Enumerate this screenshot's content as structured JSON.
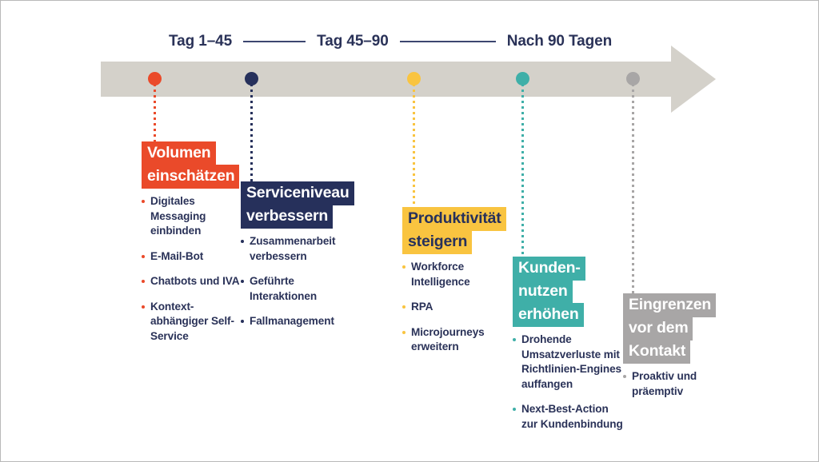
{
  "timeline": {
    "phases": [
      {
        "label": "Tag 1–45"
      },
      {
        "label": "Tag 45–90"
      },
      {
        "label": "Nach 90 Tagen"
      }
    ],
    "bar_color": "#d4d1ca",
    "rule_color": "#3c4670",
    "text_color": "#2a3258"
  },
  "columns": [
    {
      "id": "volumen",
      "accent": "#ea4a2a",
      "head_text_color": "#ffffff",
      "heading_lines": [
        "Volumen",
        "einschätzen"
      ],
      "items": [
        "Digitales Messaging einbinden",
        "E-Mail-Bot",
        "Chatbots und IVA",
        "Kontext-abhängiger Self-Service"
      ]
    },
    {
      "id": "serviceniveau",
      "accent": "#26305b",
      "head_text_color": "#ffffff",
      "heading_lines": [
        "Serviceniveau",
        "verbessern"
      ],
      "items": [
        "Zusammenarbeit verbessern",
        "Geführte Interaktionen",
        "Fallmanagement"
      ]
    },
    {
      "id": "produktivitaet",
      "accent": "#f9c440",
      "head_text_color": "#26305b",
      "heading_lines": [
        "Produktivität",
        "steigern"
      ],
      "items": [
        "Workforce Intelligence",
        "RPA",
        "Microjourneys erweitern"
      ]
    },
    {
      "id": "kundennutzen",
      "accent": "#3fafa8",
      "head_text_color": "#ffffff",
      "heading_lines": [
        "Kunden-",
        "nutzen",
        "erhöhen"
      ],
      "items": [
        "Drohende Umsatzverluste mit Richtlinien-Engines auffangen",
        "Next-Best-Action zur Kundenbindung"
      ]
    },
    {
      "id": "eingrenzen",
      "accent": "#a8a6a6",
      "head_text_color": "#ffffff",
      "heading_lines": [
        "Eingrenzen",
        "vor dem",
        "Kontakt"
      ],
      "items": [
        "Proaktiv und präemptiv"
      ]
    }
  ]
}
